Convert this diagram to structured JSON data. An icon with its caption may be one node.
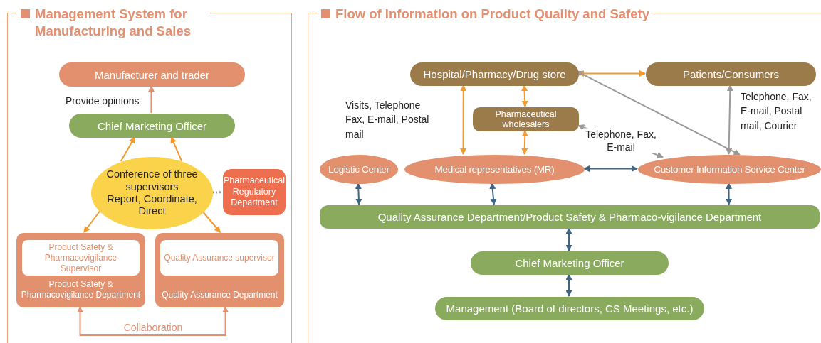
{
  "diagram": {
    "nodes": [
      {
        "text": [
          "Management System for Manufacturing and Sales"
        ]
      },
      {
        "text": [
          "Manufacturer and trader"
        ],
        "in": 0
      },
      {
        "text": [
          "Chief Marketing Officer"
        ],
        "in": 0
      },
      {
        "text": [
          "Conference of three supervisors",
          "Report, Coordinate, Direct"
        ],
        "in": 0
      },
      {
        "text": [
          "Pharmaceutical Regulatory Department"
        ],
        "in": 0
      },
      {
        "text": [
          "Product Safety & Pharmacovigilance Department"
        ],
        "in": 0
      },
      {
        "text": [
          "Product Safety & Pharmacovigilance Supervisor"
        ],
        "in": 5
      },
      {
        "text": [
          "Quality Assurance Department"
        ],
        "in": 0
      },
      {
        "text": [
          "Quality Assurance supervisor"
        ],
        "in": 7
      },
      {
        "text": [
          "Flow of Information on Product Quality and Safety"
        ]
      },
      {
        "text": [
          "Hospital/Pharmacy/Drug store"
        ],
        "in": 9
      },
      {
        "text": [
          "Patients/Consumers"
        ],
        "in": 9
      },
      {
        "text": [
          "Pharmaceutical wholesalers"
        ],
        "in": 9
      },
      {
        "text": [
          "Logistic Center"
        ],
        "in": 9
      },
      {
        "text": [
          "Medical representatives (MR)"
        ],
        "in": 9
      },
      {
        "text": [
          "Customer Information Service Center"
        ],
        "in": 9
      },
      {
        "text": [
          "Quality Assurance Department/Product Safety & Pharmaco-vigilance Department"
        ],
        "in": 9
      },
      {
        "text": [
          "Chief Marketing Officer"
        ],
        "in": 9
      },
      {
        "text": [
          "Management (Board of directors, CS Meetings, etc.)"
        ],
        "in": 9
      }
    ],
    "edges": [
      {
        "from": 2,
        "to": 1,
        "arrow": "to",
        "label": "Provide opinions",
        "color": "#e39070"
      },
      {
        "from": 3,
        "to": 2,
        "arrow": "to"
      },
      {
        "from": 3,
        "to": 2,
        "arrow": "to"
      },
      {
        "from": 3,
        "to": 5,
        "arrow": "to"
      },
      {
        "from": 3,
        "to": 7,
        "arrow": "to"
      },
      {
        "from": 3,
        "to": 4,
        "arrow": "none",
        "style": "dashed",
        "color": "#9a9a9a"
      },
      {
        "from": 5,
        "to": 7,
        "arrow": "both",
        "label": "Collaboration",
        "color": "#e39070"
      },
      {
        "from": 10,
        "to": 11,
        "arrow": "both"
      },
      {
        "from": 14,
        "to": 10,
        "arrow": "both",
        "label": "Visits, Telephone Fax, E-mail, Postal mail"
      },
      {
        "from": 10,
        "to": 12,
        "arrow": "both"
      },
      {
        "from": 12,
        "to": 14,
        "arrow": "both"
      },
      {
        "from": 15,
        "to": 10,
        "arrow": "both",
        "color": "#9a9a9a"
      },
      {
        "from": 15,
        "to": 12,
        "arrow": "both",
        "label": "Telephone, Fax, E-mail",
        "color": "#9a9a9a"
      },
      {
        "from": 15,
        "to": 11,
        "arrow": "both",
        "label": "Telephone, Fax, E-mail, Postal mail, Courier",
        "color": "#9a9a9a"
      },
      {
        "from": 14,
        "to": 15,
        "arrow": "both",
        "color": "#3e6583"
      },
      {
        "from": 13,
        "to": 16,
        "arrow": "both",
        "color": "#3e6583"
      },
      {
        "from": 14,
        "to": 16,
        "arrow": "both",
        "color": "#3e6583"
      },
      {
        "from": 15,
        "to": 16,
        "arrow": "both",
        "color": "#3e6583"
      },
      {
        "from": 16,
        "to": 17,
        "arrow": "both",
        "color": "#3e6583"
      },
      {
        "from": 17,
        "to": 18,
        "arrow": "both",
        "color": "#3e6583"
      }
    ]
  }
}
